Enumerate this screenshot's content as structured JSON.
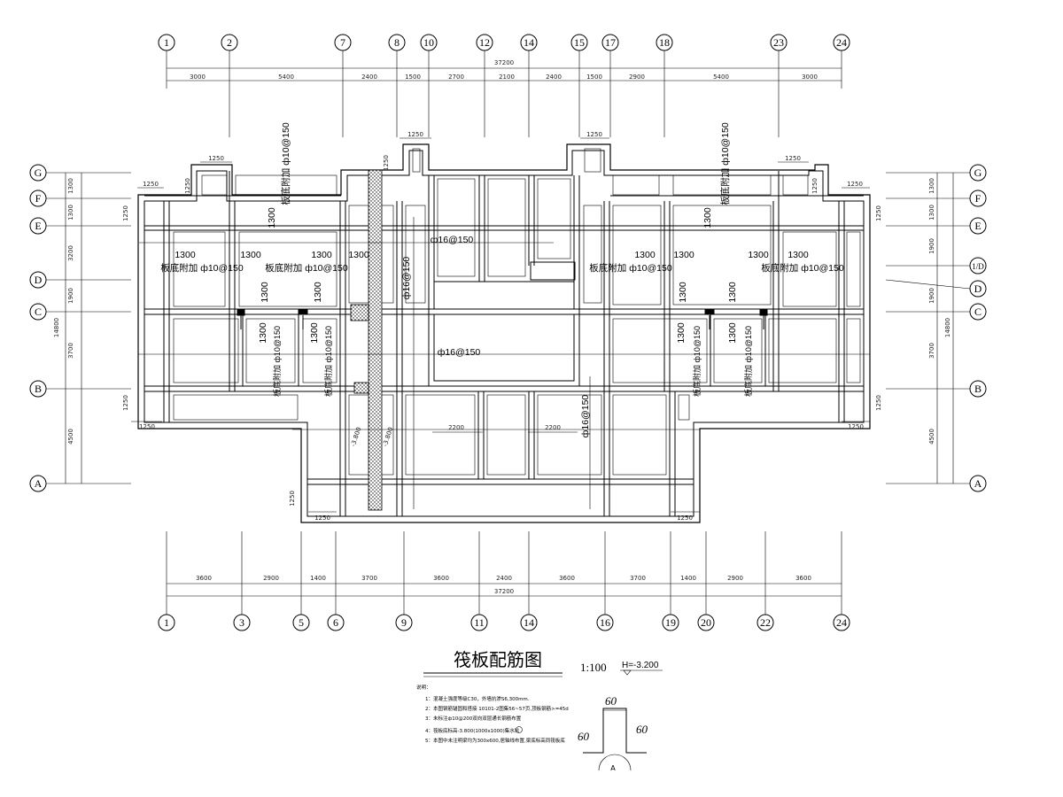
{
  "grid": {
    "top_axes": [
      "1",
      "2",
      "7",
      "8",
      "10",
      "12",
      "14",
      "15",
      "17",
      "18",
      "23",
      "24"
    ],
    "bottom_axes": [
      "1",
      "3",
      "5",
      "6",
      "9",
      "11",
      "14",
      "16",
      "19",
      "20",
      "22",
      "24"
    ],
    "left_axes": [
      "G",
      "F",
      "E",
      "D",
      "C",
      "B",
      "A"
    ],
    "right_axes": [
      "G",
      "F",
      "E",
      "1/D",
      "D",
      "C",
      "B",
      "A"
    ]
  },
  "dimensions": {
    "top_total": "37200",
    "top_segments": [
      "3000",
      "5400",
      "2400",
      "1500",
      "2700",
      "2100",
      "2400",
      "1500",
      "2900",
      "5400",
      "3000"
    ],
    "bottom_total": "37200",
    "bottom_segments": [
      "3600",
      "2900",
      "1400",
      "3700",
      "3600",
      "2400",
      "3600",
      "3700",
      "1400",
      "2900",
      "3600"
    ],
    "left_segments": [
      "1300",
      "1300",
      "3200",
      "1900",
      "3700",
      "4500"
    ],
    "left_total": "14800",
    "right_segments": [
      "1300",
      "1300",
      "1900",
      "1900",
      "3700",
      "4500"
    ],
    "right_total": "14800"
  },
  "annotations": {
    "top_left_vertical": "板底附加 ф10@150",
    "top_right_vertical": "板底附加 ф10@150",
    "ext_1250": "1250",
    "ext_1300": "1300",
    "left_note_a": "板底附加 ф10@150",
    "left_note_b": "板底附加 ф10@150",
    "right_note_a": "板底附加 ф10@150",
    "right_note_b": "板底附加 ф10@150",
    "rebar_16_top": "ф16@150",
    "rebar_16_mid": "ф16@150",
    "rebar_16_vert": "ф16@150",
    "rebar_16_vert2": "ф16@150",
    "low_left_a": "板底附加 ф10@150",
    "low_left_b": "板底附加 ф10@150",
    "low_right_a": "板底附加 ф10@150",
    "low_right_b": "板底附加 ф10@150",
    "dim_2200": "2200",
    "pit_a": "-3.800",
    "pit_b": "-3.800"
  },
  "title_block": {
    "title": "筏板配筋图",
    "scale": "1:100",
    "elevation": "H=-3.200"
  },
  "notes": {
    "heading": "说明：",
    "items": [
      "1：混凝土强度等级C30，外墙抗渗S6,300mm.",
      "2：本图钢筋锚固和搭接 10101-2图集56~57页,顶板钢筋>=45d",
      "3：未标注ф10@200双向双层通长钢筋布置",
      "4：筏板底标高-3.800(1000x1000)集水坑",
      "5：本图中未注明梁均为300x600,居轴线布置,梁底标高同筏板底"
    ]
  },
  "detail": {
    "dim_top": "60",
    "dim_left": "60",
    "dim_right": "60",
    "ref": "A"
  }
}
